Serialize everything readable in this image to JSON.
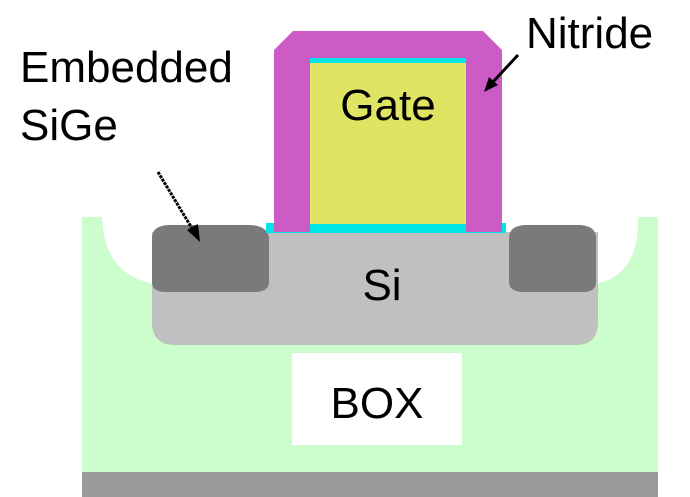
{
  "labels": {
    "nitride": "Nitride",
    "embedded_line1": "Embedded",
    "embedded_line2": "SiGe",
    "gate": "Gate",
    "si": "Si",
    "box": "BOX"
  },
  "colors": {
    "box_oxide": "#ccfdcc",
    "substrate": "#9a9a9a",
    "silicon": "#c0c0c0",
    "sige": "#7a7a7a",
    "gate": "#dfe462",
    "nitride": "#cd5bc6",
    "gate_oxide": "#00e6e6",
    "label_background": "#ffffff"
  }
}
